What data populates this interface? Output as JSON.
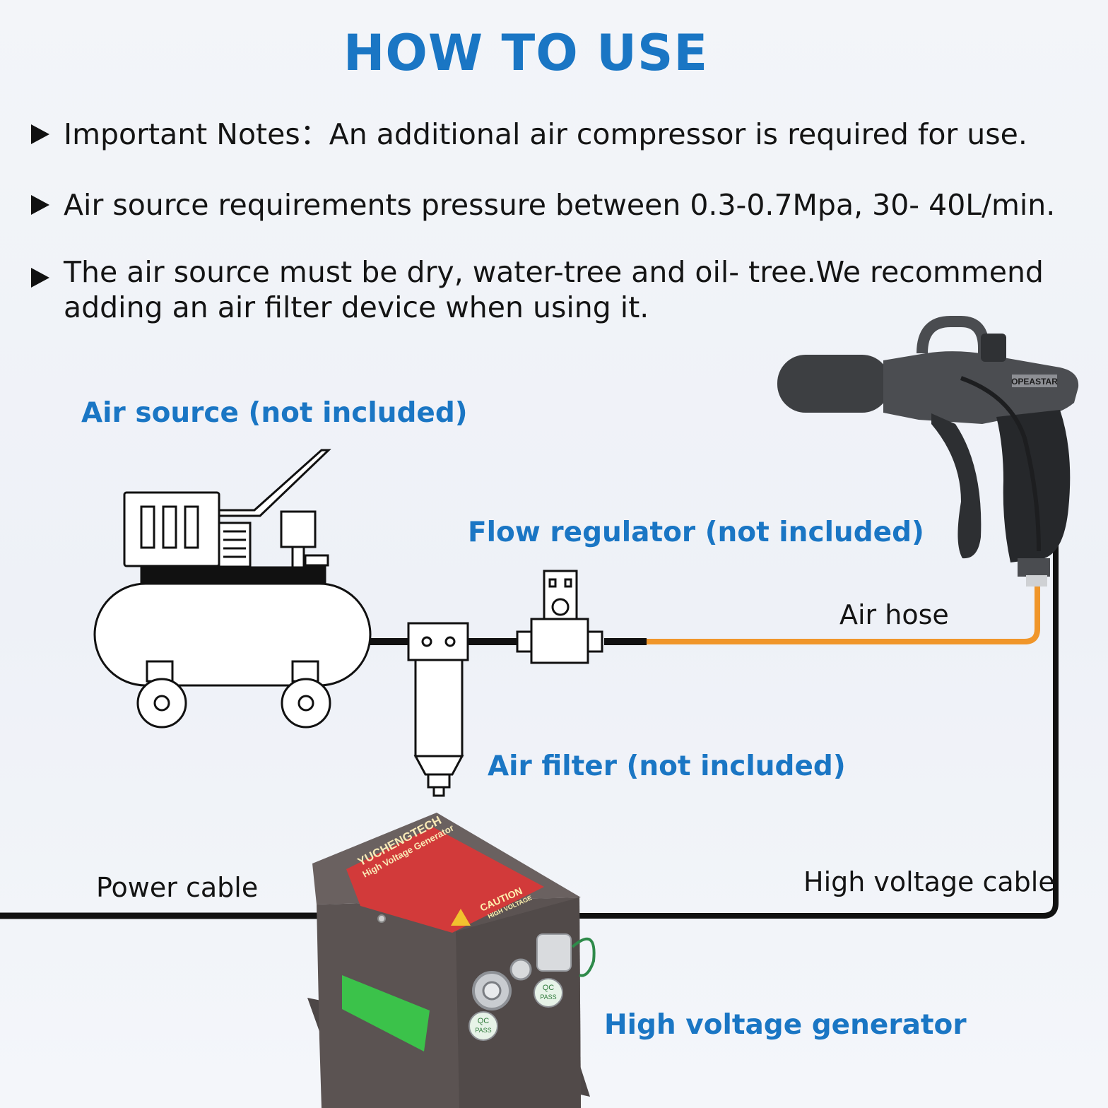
{
  "title": "HOW TO USE",
  "notes": [
    "Important Notes：An additional air compressor is required for use.",
    "Air source requirements pressure between 0.3-0.7Mpa, 30- 40L/min.",
    "The air source must be dry, water-tree and oil- tree.We recommend adding an air filter device when using it."
  ],
  "labels": {
    "air_source": "Air source (not included)",
    "flow_regulator": "Flow regulator (not included)",
    "air_hose": "Air hose",
    "air_filter": "Air filter (not included)",
    "power_cable": "Power cable",
    "high_voltage_cable": "High voltage cable",
    "high_voltage_generator": "High voltage generator"
  },
  "device_text": {
    "brand": "YUCHENGTECH",
    "product": "High Voltage Generator",
    "caution": "CAUTION",
    "caution_sub": "HIGH VOLTAGE",
    "qc": "QC",
    "pass": "PASS",
    "gun_brand": "OPEASTAR"
  },
  "colors": {
    "accent": "#1a76c4",
    "hose": "#f0962a",
    "cable": "#111111",
    "generator_body": "#5b5352",
    "generator_label": "#d23a3a",
    "sticker_green": "#3bc24a"
  }
}
